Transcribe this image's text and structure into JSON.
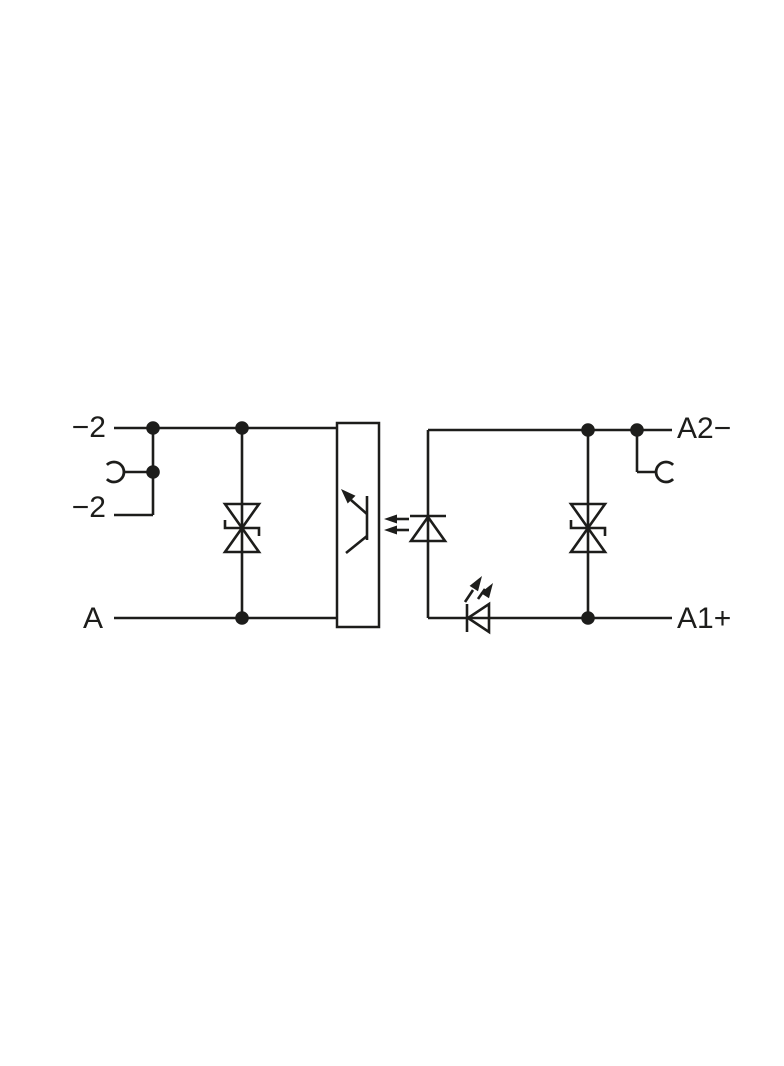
{
  "page": {
    "background": "#ffffff",
    "ink": "#1d1d1b",
    "description": "Wiring schematic of an optocoupler relay module"
  },
  "diagram": {
    "terminals": {
      "top_left": "−2",
      "jumper_left": "−2",
      "bottom_left": "A",
      "top_right": "A2−",
      "bottom_right": "A1+"
    },
    "components": [
      "tvs-suppressor-diode-left",
      "plug-contact-left",
      "optocoupler-box",
      "phototransistor-output",
      "optocoupler-led",
      "tvs-suppressor-diode-right",
      "status-led",
      "plug-contact-right"
    ]
  }
}
